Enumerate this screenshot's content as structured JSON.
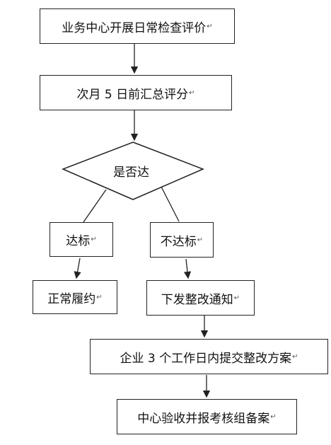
{
  "flow": {
    "step1": "业务中心开展日常检查评价",
    "step2": "次月 5 日前汇总评分",
    "decision": "是否达",
    "pass": "达标",
    "fail": "不达标",
    "pass_result": "正常履约",
    "fail_step1": "下发整改通知",
    "fail_step2": "企业 3 个工作日内提交整改方案",
    "fail_step3": "中心验收并报考核组备案"
  },
  "paragraph_mark": "↵"
}
